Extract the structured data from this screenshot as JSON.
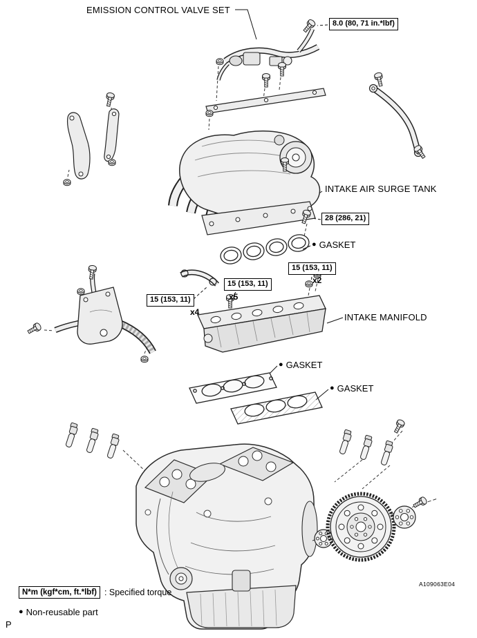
{
  "figure": {
    "code": "A109063E04",
    "page_marker": "P"
  },
  "callouts": {
    "emission_control_valve_set": "EMISSION CONTROL VALVE SET",
    "intake_air_surge_tank": "INTAKE AIR SURGE TANK",
    "intake_manifold": "INTAKE MANIFOLD",
    "gaskets": [
      "GASKET",
      "GASKET",
      "GASKET"
    ],
    "bullet": "●"
  },
  "torque_specs": {
    "valve_set": "8.0 (80, 71 in.*lbf)",
    "surge_tank": "28 (286, 21)",
    "manifold_a": "15 (153, 11)",
    "manifold_a_count": "x4",
    "manifold_b": "15 (153, 11)",
    "manifold_b_count": "x5",
    "manifold_c": "15 (153, 11)",
    "manifold_c_count": "x2"
  },
  "legend": {
    "torque_unit_box": "N*m (kgf*cm, ft.*lbf)",
    "torque_caption": ": Specified torque",
    "non_reusable_bullet": "●",
    "non_reusable_caption": "Non-reusable part"
  },
  "colors": {
    "line": "#222222",
    "fill_light": "#f0f0f0",
    "background": "#ffffff"
  }
}
